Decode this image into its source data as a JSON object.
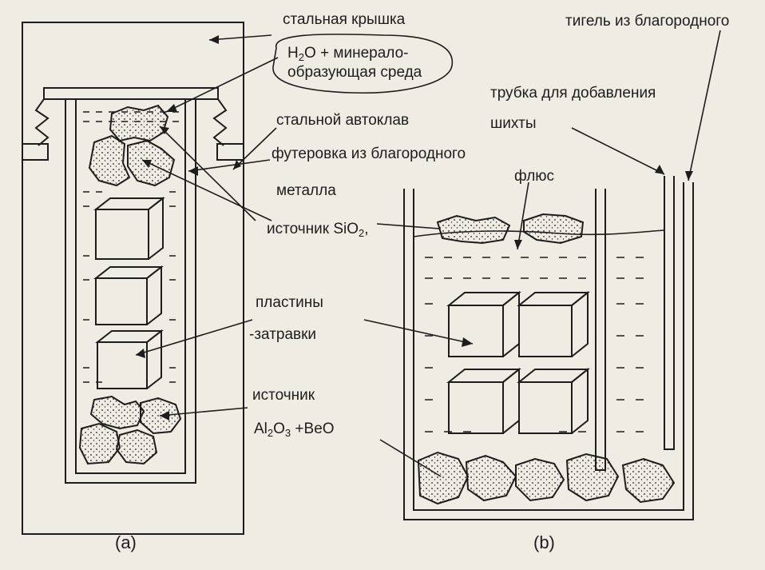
{
  "labels": {
    "steel_lid": "стальная крышка",
    "h2o_line1_prefix": "H",
    "h2o_sub": "2",
    "h2o_line1_suffix": "O + минерало-",
    "h2o_line2": "образующая среда",
    "steel_autoclave": "стальной автоклав",
    "lining_line1": "футеровка из благородного",
    "lining_line2": "металла",
    "sio2_prefix": "источник SiO",
    "sio2_sub": "2",
    "sio2_suffix": ",",
    "seed_line1": "пластины",
    "seed_line2": "-затравки",
    "source_line1": "источник",
    "al_prefix": "Al",
    "al_sub1": "2",
    "al_mid": "O",
    "al_sub2": "3",
    "al_suffix": " +BeO",
    "crucible": "тигель из благородного",
    "tube_line1": "трубка для добавления",
    "tube_line2": "шихты",
    "flux": "флюс",
    "caption_a": "(a)",
    "caption_b": "(b)"
  },
  "colors": {
    "ink": "#1d1d1d",
    "paper": "#efece4"
  }
}
